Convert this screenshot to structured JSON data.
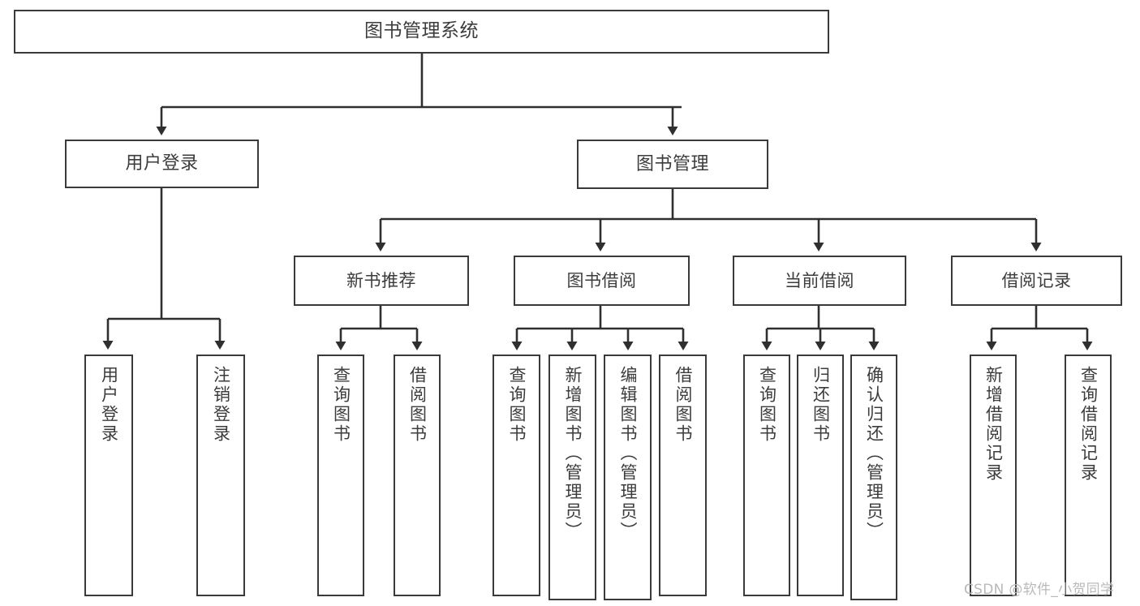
{
  "diagram": {
    "title": "图书管理系统",
    "type": "functional-structure-tree",
    "watermark": "CSDN @软件_小贺同学",
    "colors": {
      "box_border": "#3a3a3a",
      "box_fill": "#ffffff",
      "text": "#3c3c3c",
      "connector": "#2f2f2f",
      "watermark": "#b9b9b9",
      "background": "#ffffff"
    },
    "root": {
      "label": "图书管理系统"
    },
    "level1": [
      {
        "label": "用户登录"
      },
      {
        "label": "图书管理"
      }
    ],
    "level2": [
      {
        "label": "新书推荐"
      },
      {
        "label": "图书借阅"
      },
      {
        "label": "当前借阅"
      },
      {
        "label": "借阅记录"
      }
    ],
    "leaves": {
      "user_login": [
        {
          "label": "用户登录"
        },
        {
          "label": "注销登录"
        }
      ],
      "new_book_recommend": [
        {
          "label": "查询图书"
        },
        {
          "label": "借阅图书"
        }
      ],
      "book_borrow": [
        {
          "label": "查询图书"
        },
        {
          "label": "新增图书（管理员）"
        },
        {
          "label": "编辑图书（管理员）"
        },
        {
          "label": "借阅图书"
        }
      ],
      "current_borrow": [
        {
          "label": "查询图书"
        },
        {
          "label": "归还图书"
        },
        {
          "label": "确认归还（管理员）"
        }
      ],
      "borrow_record": [
        {
          "label": "新增借阅记录"
        },
        {
          "label": "查询借阅记录"
        }
      ]
    }
  }
}
